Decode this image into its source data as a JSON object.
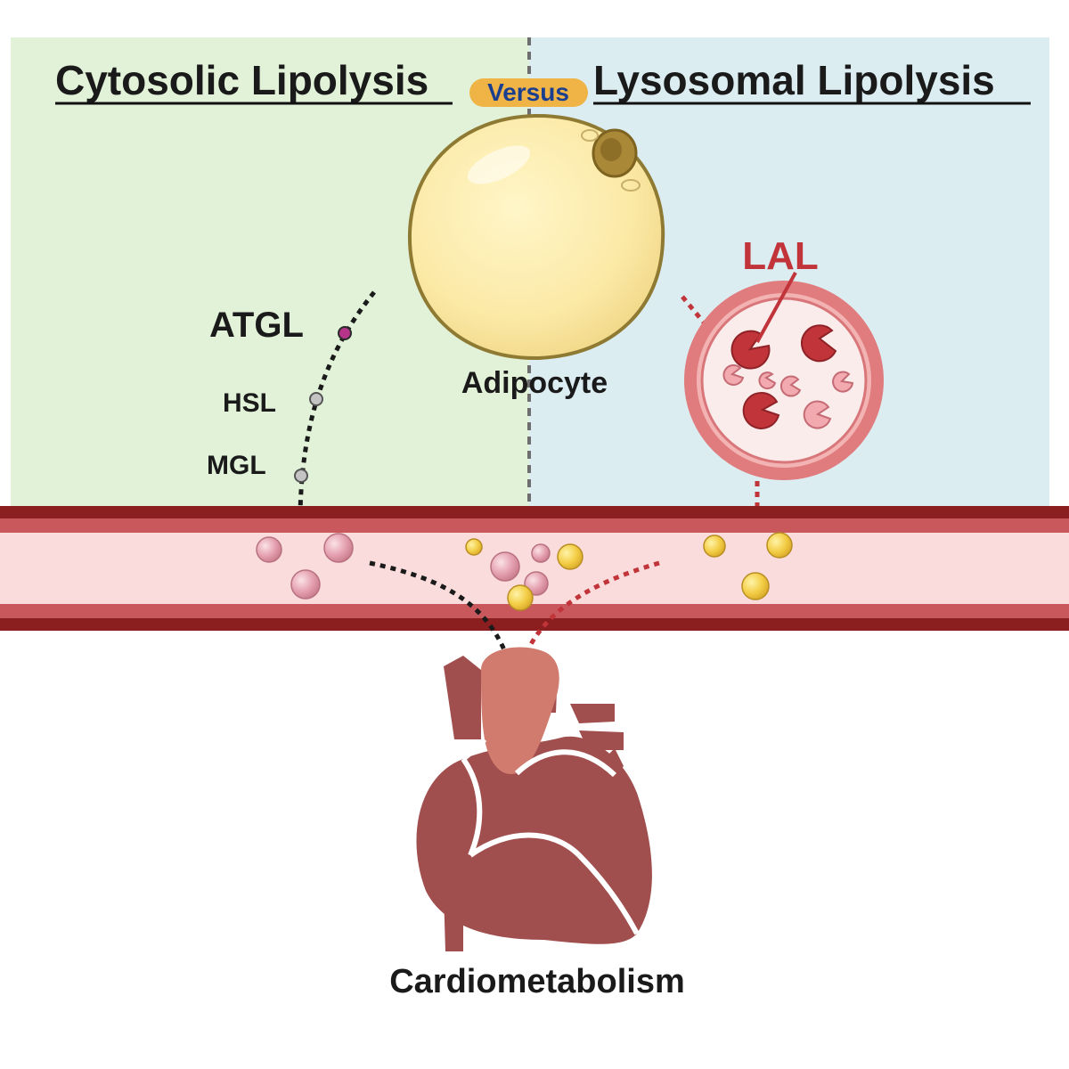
{
  "left_panel": {
    "title": "Cytosolic Lipolysis",
    "color": "#e1f2d8"
  },
  "right_panel": {
    "title": "Lysosomal Lipolysis",
    "color": "#dcedf2"
  },
  "versus_badge": {
    "label": "Versus",
    "fill": "#f0b446",
    "text_color": "#1b3f8f"
  },
  "adipocyte": {
    "label": "Adipocyte"
  },
  "cytosolic_enzymes": [
    {
      "label": "ATGL",
      "dot_color": "#b5348a"
    },
    {
      "label": "HSL",
      "dot_color": "#9a9a9a"
    },
    {
      "label": "MGL",
      "dot_color": "#9a9a9a"
    }
  ],
  "lysosome": {
    "label": "LAL",
    "label_color": "#c0343a"
  },
  "vessel": {
    "wall_color": "#8b1e1e",
    "lumen_color": "#fbdcdc"
  },
  "heart": {
    "label": "Cardiometabolism",
    "color": "#a14e4e"
  }
}
